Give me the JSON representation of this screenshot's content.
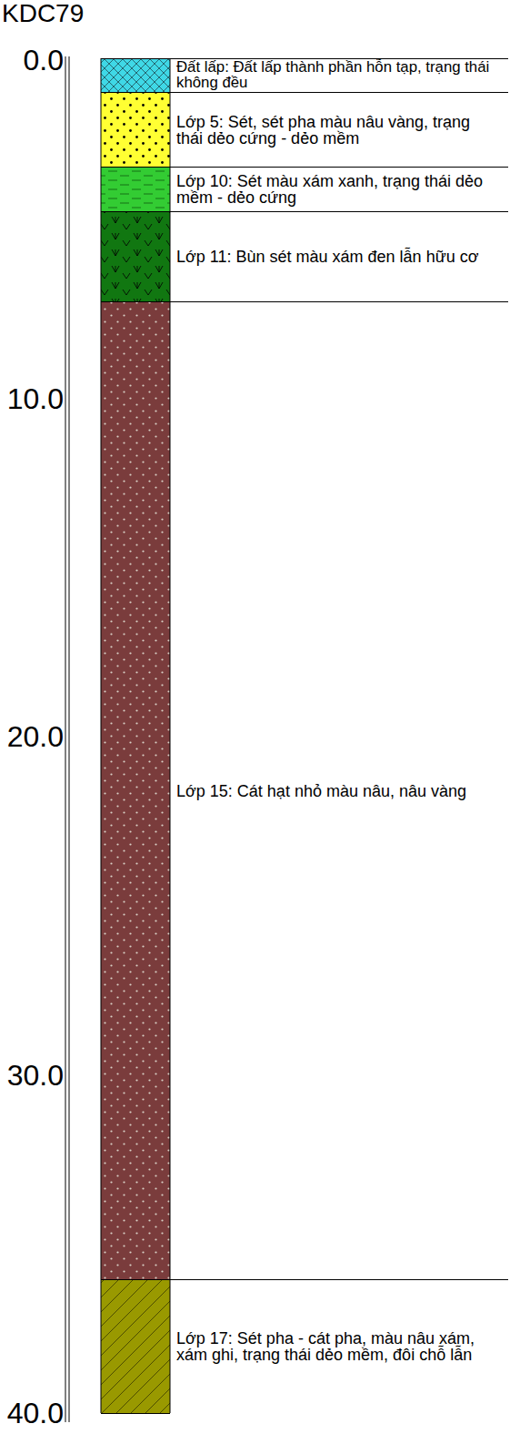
{
  "diagram": {
    "title": "KDC79",
    "nodes": [
      {
        "text": [
          "Đất lấp: Đất lấp thành phần hỗn tạp, trạng thái không đều"
        ]
      },
      {
        "text": [
          "Lớp 5: Sét, sét pha màu nâu vàng, trạng thái dẻo cứng - dẻo mềm"
        ]
      },
      {
        "text": [
          "Lớp 10: Sét màu xám xanh, trạng thái dẻo mềm - dẻo cứng"
        ]
      },
      {
        "text": [
          "Lớp 11: Bùn sét màu xám đen lẫn hữu cơ"
        ]
      },
      {
        "text": [
          "Lớp 15: Cát hạt nhỏ màu nâu, nâu vàng"
        ]
      },
      {
        "text": [
          "Lớp 17: Sét pha - cát pha, màu nâu xám, xám ghi, trạng thái dẻo mềm, đôi chỗ lẫn"
        ]
      }
    ],
    "labels": [
      "0.0",
      "10.0",
      "20.0",
      "30.0",
      "40.0"
    ]
  }
}
